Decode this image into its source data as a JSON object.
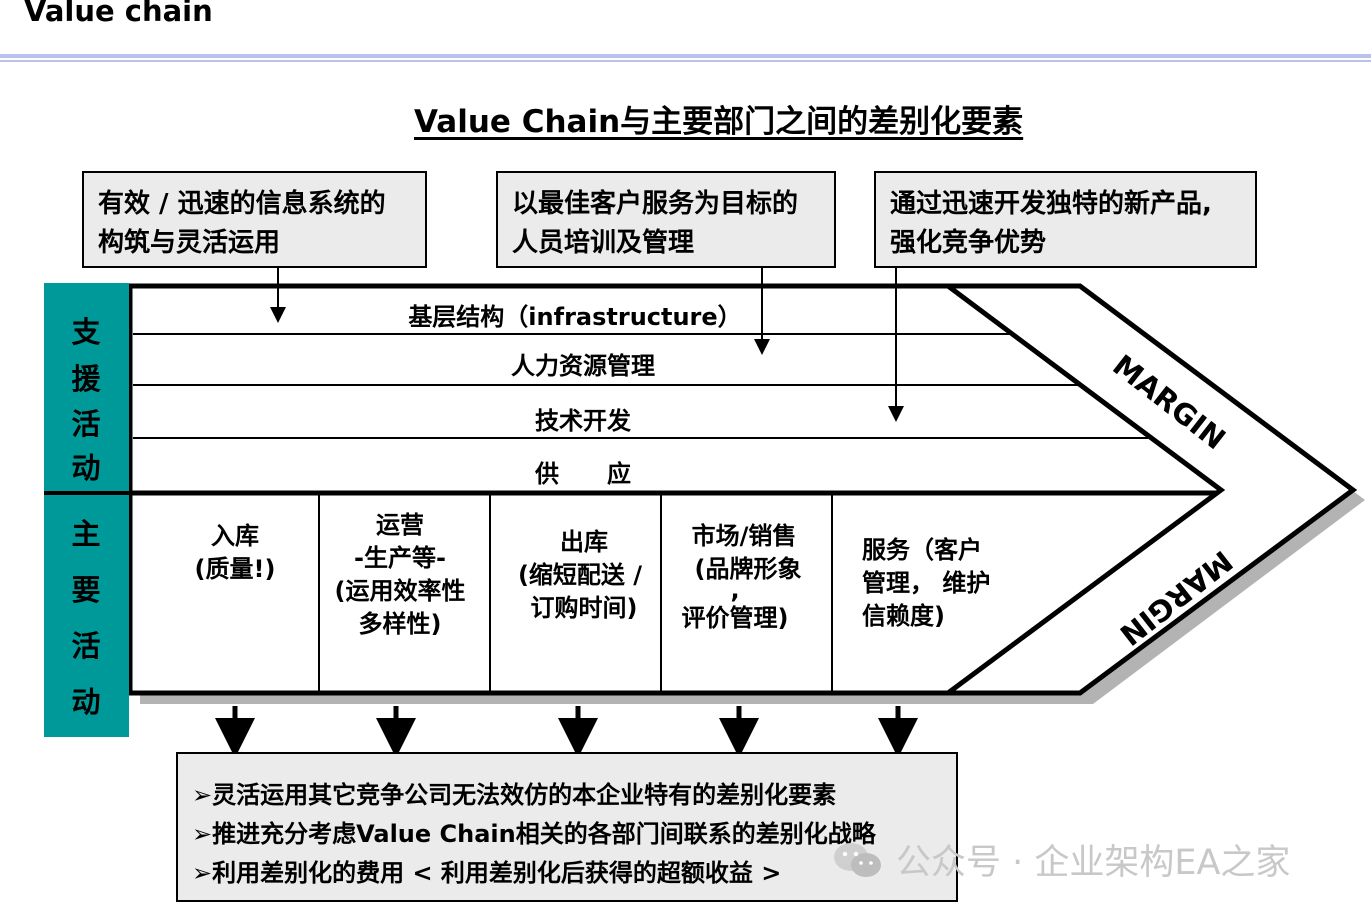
{
  "header": {
    "title": "Value chain"
  },
  "diagram": {
    "title": "Value Chain与主要部门之间的差别化要素",
    "callouts": [
      {
        "text": "有效 / 迅速的信息系统的\n构筑与灵活运用"
      },
      {
        "text": "以最佳客户服务为目标的\n人员培训及管理"
      },
      {
        "text": "通过迅速开发独特的新产品,\n强化竞争优势"
      }
    ],
    "support_label": [
      "支",
      "援",
      "活",
      "动"
    ],
    "primary_label": [
      "主",
      "要",
      "活",
      "动"
    ],
    "support_activities": [
      "基层结构（infrastructure）",
      "人力资源管理",
      "技术开发",
      "供　　应"
    ],
    "primary_activities": [
      {
        "lines": [
          "入库",
          "(质量!)"
        ]
      },
      {
        "lines": [
          "运营",
          "-生产等-",
          "(运用效率性",
          "多样性)"
        ]
      },
      {
        "lines": [
          "出库",
          "(缩短配送 /",
          "订购时间)"
        ]
      },
      {
        "lines": [
          "市场/销售",
          "(品牌形象",
          ",",
          "评价管理)"
        ]
      },
      {
        "lines": [
          "服务（客户",
          "管理， 维护",
          "信赖度)"
        ]
      }
    ],
    "margin_label": "MARGIN",
    "label_box_color": "#009999",
    "summary": [
      "➢灵活运用其它竞争公司无法效仿的本企业特有的差别化要素",
      "➢推进充分考虑Value Chain相关的各部门间联系的差别化战略",
      "➢利用差别化的费用 < 利用差别化后获得的超额收益 >"
    ]
  },
  "watermark": {
    "text": "公众号 · 企业架构EA之家",
    "icon": "wechat-icon"
  }
}
